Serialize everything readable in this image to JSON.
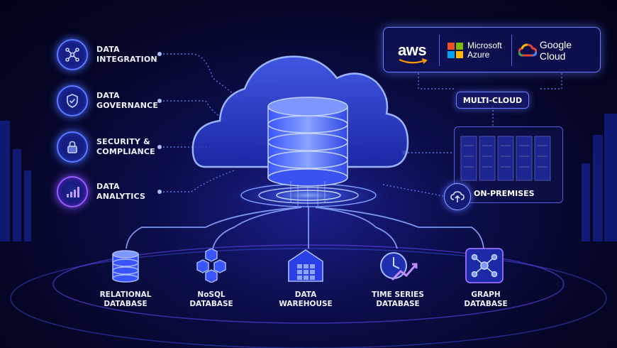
{
  "features": [
    {
      "label": "DATA\nINTEGRATION",
      "icon": "network-nodes-icon"
    },
    {
      "label": "DATA\nGOVERNANCE",
      "icon": "shield-check-icon"
    },
    {
      "label": "SECURITY &\nCOMPLIANCE",
      "icon": "lock-icon"
    },
    {
      "label": "DATA\nANALYTICS",
      "icon": "bar-chart-icon"
    }
  ],
  "providers": {
    "aws": "aws",
    "azure": "Microsoft\nAzure",
    "google": "Google Cloud"
  },
  "multi_cloud_label": "MULTI-CLOUD",
  "on_premises_label": "ON-PREMISES",
  "databases": [
    {
      "label": "RELATIONAL\nDATABASE",
      "icon": "database-stack-icon"
    },
    {
      "label": "NoSQL\nDATABASE",
      "icon": "cubes-icon"
    },
    {
      "label": "DATA\nWAREHOUSE",
      "icon": "warehouse-icon"
    },
    {
      "label": "TIME SERIES\nDATABASE",
      "icon": "clock-trend-icon"
    },
    {
      "label": "GRAPH\nDATABASE",
      "icon": "graph-nodes-icon"
    }
  ],
  "colors": {
    "accent_blue": "#4a6bff",
    "accent_violet": "#9a5cff",
    "aws_orange": "#ff9900",
    "ms_red": "#f25022",
    "ms_green": "#7fba00",
    "ms_blue": "#00a4ef",
    "ms_yellow": "#ffb900"
  }
}
